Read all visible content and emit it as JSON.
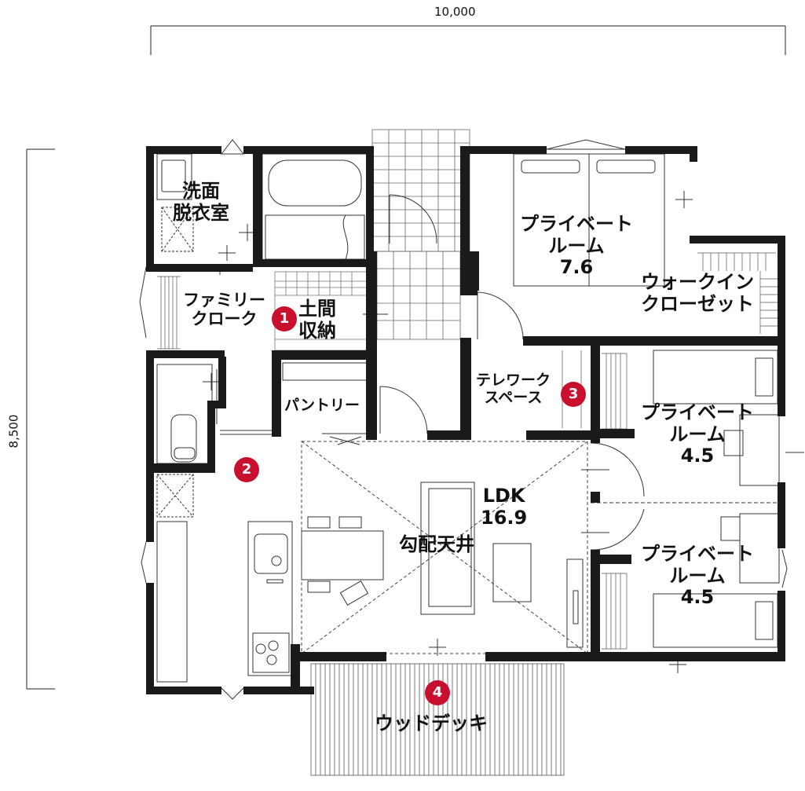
{
  "dimensions": {
    "width": "10,000",
    "height": "8,500"
  },
  "rooms": {
    "washroom": [
      "洗面",
      "脱衣室"
    ],
    "family_cloak": [
      "ファミリー",
      "クローク"
    ],
    "doma_storage": [
      "土間",
      "収納"
    ],
    "pantry": "パントリー",
    "private_room_1": [
      "プライベート",
      "ルーム",
      "7.6"
    ],
    "walk_in_closet": [
      "ウォークイン",
      "クローゼット"
    ],
    "telework": [
      "テレワーク",
      "スペース"
    ],
    "private_room_2": [
      "プライベート",
      "ルーム",
      "4.5"
    ],
    "private_room_3": [
      "プライベート",
      "ルーム",
      "4.5"
    ],
    "ldk": [
      "LDK",
      "16.9",
      "勾配天井"
    ],
    "wood_deck": "ウッドデッキ"
  },
  "markers": [
    "1",
    "2",
    "3",
    "4"
  ],
  "colors": {
    "wall": "#1a1a1a",
    "marker": "#c8102e",
    "line": "#333333"
  }
}
